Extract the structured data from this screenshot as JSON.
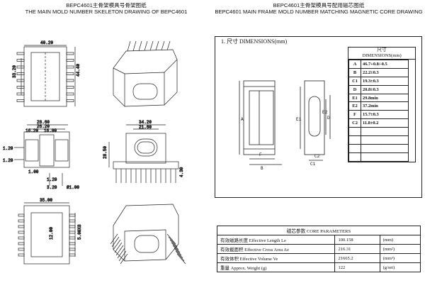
{
  "left_header": {
    "title_cn": "BEPC4601主骨架模具号骨架图纸",
    "title_en": "THE MAIN MOLD NUMBER SKELETON DRAWING OF BEPC4601"
  },
  "right_header": {
    "title_cn": "BEPC4601主骨架模具号配用磁芯图纸",
    "title_en": "BEPC4601 MAIN FRAME MOLD NUMBER MATCHING MAGNETIC CORE DRAWING"
  },
  "section_title": "1. 尺寸 DIMENSIONS(mm)",
  "skeleton_dims": {
    "top_width": "40.20",
    "height_33": "33.20",
    "height_44": "44.40",
    "d28": "28.60",
    "d26": "26.20",
    "d16a": "16.20",
    "d16b": "16.80",
    "pin_w": "1.20",
    "pin_w2": "1.20",
    "d100": "1.00",
    "d120": "1.20",
    "d320": "3.20",
    "phi": "Ø1.00",
    "d3420": "34.20",
    "d2160": "21.60",
    "d2850": "28.50",
    "d430": "4.30",
    "d3500": "35.00",
    "d1200": "12.00",
    "d500": "5.00X8"
  },
  "core_drawing_labels": {
    "A": "A",
    "B": "B",
    "C1": "C1",
    "C2": "C2",
    "D": "D",
    "E1": "E1",
    "E2": "E2",
    "F": "F"
  },
  "dim_table": {
    "header_cn": "尺寸",
    "header_en": "DIMENSIONS(mm)",
    "rows": [
      {
        "k": "A",
        "v": "46.7+0.8/-0.5"
      },
      {
        "k": "B",
        "v": "22.2±0.3"
      },
      {
        "k": "C1",
        "v": "19.3±0.3"
      },
      {
        "k": "D",
        "v": "20.8±0.3"
      },
      {
        "k": "E1",
        "v": "29.8min"
      },
      {
        "k": "E2",
        "v": "37.2min"
      },
      {
        "k": "F",
        "v": "15.7±0.3"
      },
      {
        "k": "C2",
        "v": "11.8±0.2"
      },
      {
        "k": "",
        "v": ""
      },
      {
        "k": "",
        "v": ""
      },
      {
        "k": "",
        "v": ""
      },
      {
        "k": "",
        "v": ""
      }
    ]
  },
  "core_params": {
    "header": "磁芯参数    CORE PARAMETERS",
    "rows": [
      {
        "label": "有效磁路长度 Effective Length  Le",
        "value": "100.158",
        "unit": "(mm)"
      },
      {
        "label": "有效截面积 Effective Cross Area Ae",
        "value": "216.31",
        "unit": "(mm²)"
      },
      {
        "label": "有效体积 Effective Volume Ve",
        "value": "21665.2",
        "unit": "(mm³)"
      },
      {
        "label": "重量 Approx. Weight (g)",
        "value": "122",
        "unit": "(g/set)"
      }
    ]
  },
  "colors": {
    "line": "#222222",
    "paper": "#ffffff"
  }
}
